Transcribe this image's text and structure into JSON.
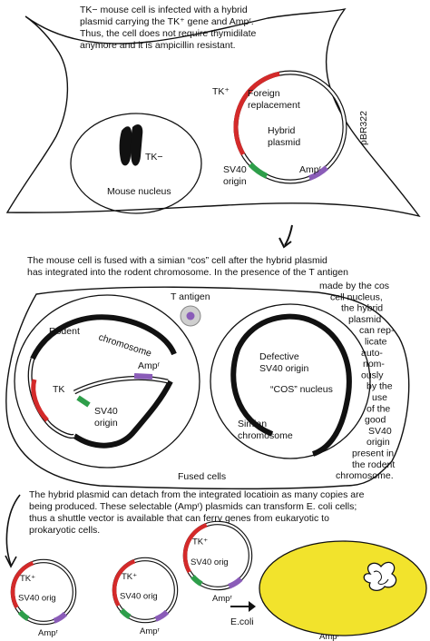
{
  "captions": {
    "top": [
      "TK− mouse cell is infected with a hybrid",
      "plasmid carrying the TK⁺ gene and Ampʳ.",
      "Thus, the cell does not require thymidilate",
      "anymore and it is ampicillin resistant."
    ],
    "middle": [
      "The mouse cell is fused with a simian “cos” cell after the hybrid plasmid",
      "has integrated into the rodent chromosome. In the presence of the T antigen"
    ],
    "middle_right": [
      "made by the cos",
      "cell nucleus,",
      "the hybrid",
      "plasmid",
      "can rep-",
      "licate",
      "auto-",
      "nom-",
      "ously",
      "by the",
      "use",
      "of the",
      "good",
      "SV40",
      "origin",
      "present in",
      "the rodent",
      "chromosome."
    ],
    "bottom": [
      "The hybrid plasmid can detach from the integrated locatioin as many copies are",
      "being produced. These selectable (Ampʳ) plasmids can transform E. coli cells;",
      "thus a shuttle vector is available that can ferry genes from eukaryotic to",
      "prokaryotic cells."
    ]
  },
  "panel1": {
    "tk_minus": "TK−",
    "mouse_nucleus": "Mouse nucleus",
    "tk_plus": "TK⁺",
    "foreign_replacement": [
      "Foreign",
      "replacement"
    ],
    "hybrid_plasmid": [
      "Hybrid",
      "plasmid"
    ],
    "pbr322": "pBR322",
    "sv40_origin": [
      "SV40",
      "origin"
    ],
    "amp": "Ampʳ"
  },
  "panel2": {
    "t_antigen": "T antigen",
    "rodent_chromosome": [
      "Rodent",
      "chromosome"
    ],
    "tk": "TK",
    "amp": "Ampʳ",
    "sv40_origin": [
      "SV40",
      "origin"
    ],
    "defective_sv40": [
      "Defective",
      "SV40 origin"
    ],
    "cos_nucleus": "“COS” nucleus",
    "simian_chromosome": [
      "Simian",
      "chromosome"
    ],
    "fused_cells": "Fused cells"
  },
  "panel3": {
    "tk_plus": "TK⁺",
    "sv40_orig": "SV40 orig",
    "amp": "Ampʳ",
    "ecoli": "E.coli"
  },
  "colors": {
    "red_segment": "#d42a2a",
    "green_segment": "#2e9e4a",
    "purple_segment": "#8a5cb8",
    "ecoli_fill": "#f2e32c",
    "t_antigen_fill": "#8a5cb8",
    "ink": "#111111"
  }
}
